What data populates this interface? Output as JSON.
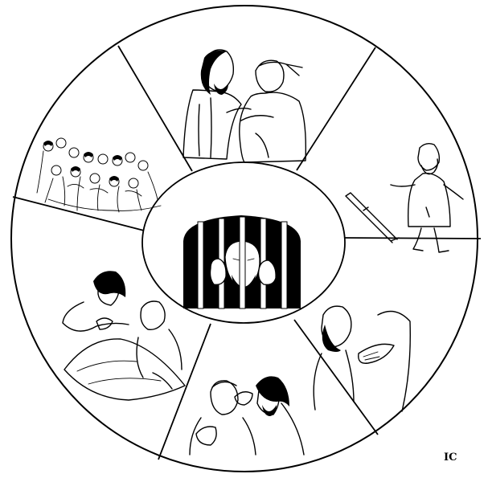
{
  "signature": {
    "initials": "IC"
  },
  "wheel": {
    "segments": 6,
    "center_scene": "prisoner-behind-bars",
    "scenes": [
      "healing-blind-man",
      "lame-man-walking",
      "healing-the-deaf",
      "healing-mute-man",
      "healing-the-sick",
      "crowd-of-people"
    ]
  }
}
